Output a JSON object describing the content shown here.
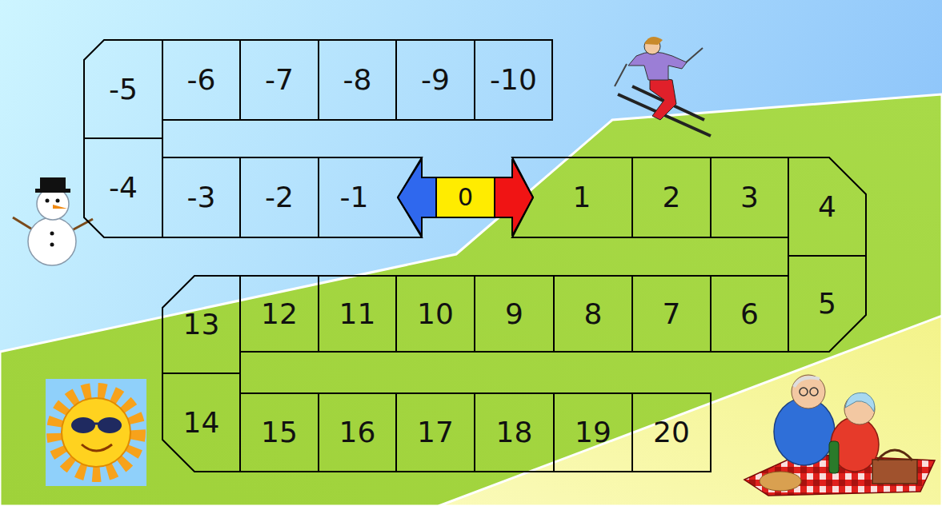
{
  "diagram": {
    "nodes": [
      {
        "text": [
          "-5"
        ]
      },
      {
        "text": [
          "-6"
        ]
      },
      {
        "text": [
          "-7"
        ]
      },
      {
        "text": [
          "-8"
        ]
      },
      {
        "text": [
          "-9"
        ]
      },
      {
        "text": [
          "-10"
        ]
      },
      {
        "text": [
          "-4"
        ]
      },
      {
        "text": [
          "-3"
        ]
      },
      {
        "text": [
          "-2"
        ]
      },
      {
        "text": [
          "-1"
        ]
      },
      {
        "text": [
          "0"
        ]
      },
      {
        "text": [
          "1"
        ]
      },
      {
        "text": [
          "2"
        ]
      },
      {
        "text": [
          "3"
        ]
      },
      {
        "text": [
          "4"
        ]
      },
      {
        "text": [
          "13"
        ]
      },
      {
        "text": [
          "12"
        ]
      },
      {
        "text": [
          "11"
        ]
      },
      {
        "text": [
          "10"
        ]
      },
      {
        "text": [
          "9"
        ]
      },
      {
        "text": [
          "8"
        ]
      },
      {
        "text": [
          "7"
        ]
      },
      {
        "text": [
          "6"
        ]
      },
      {
        "text": [
          "5"
        ]
      },
      {
        "text": [
          "14"
        ]
      },
      {
        "text": [
          "15"
        ]
      },
      {
        "text": [
          "16"
        ]
      },
      {
        "text": [
          "17"
        ]
      },
      {
        "text": [
          "18"
        ]
      },
      {
        "text": [
          "19"
        ]
      },
      {
        "text": [
          "20"
        ]
      }
    ]
  }
}
